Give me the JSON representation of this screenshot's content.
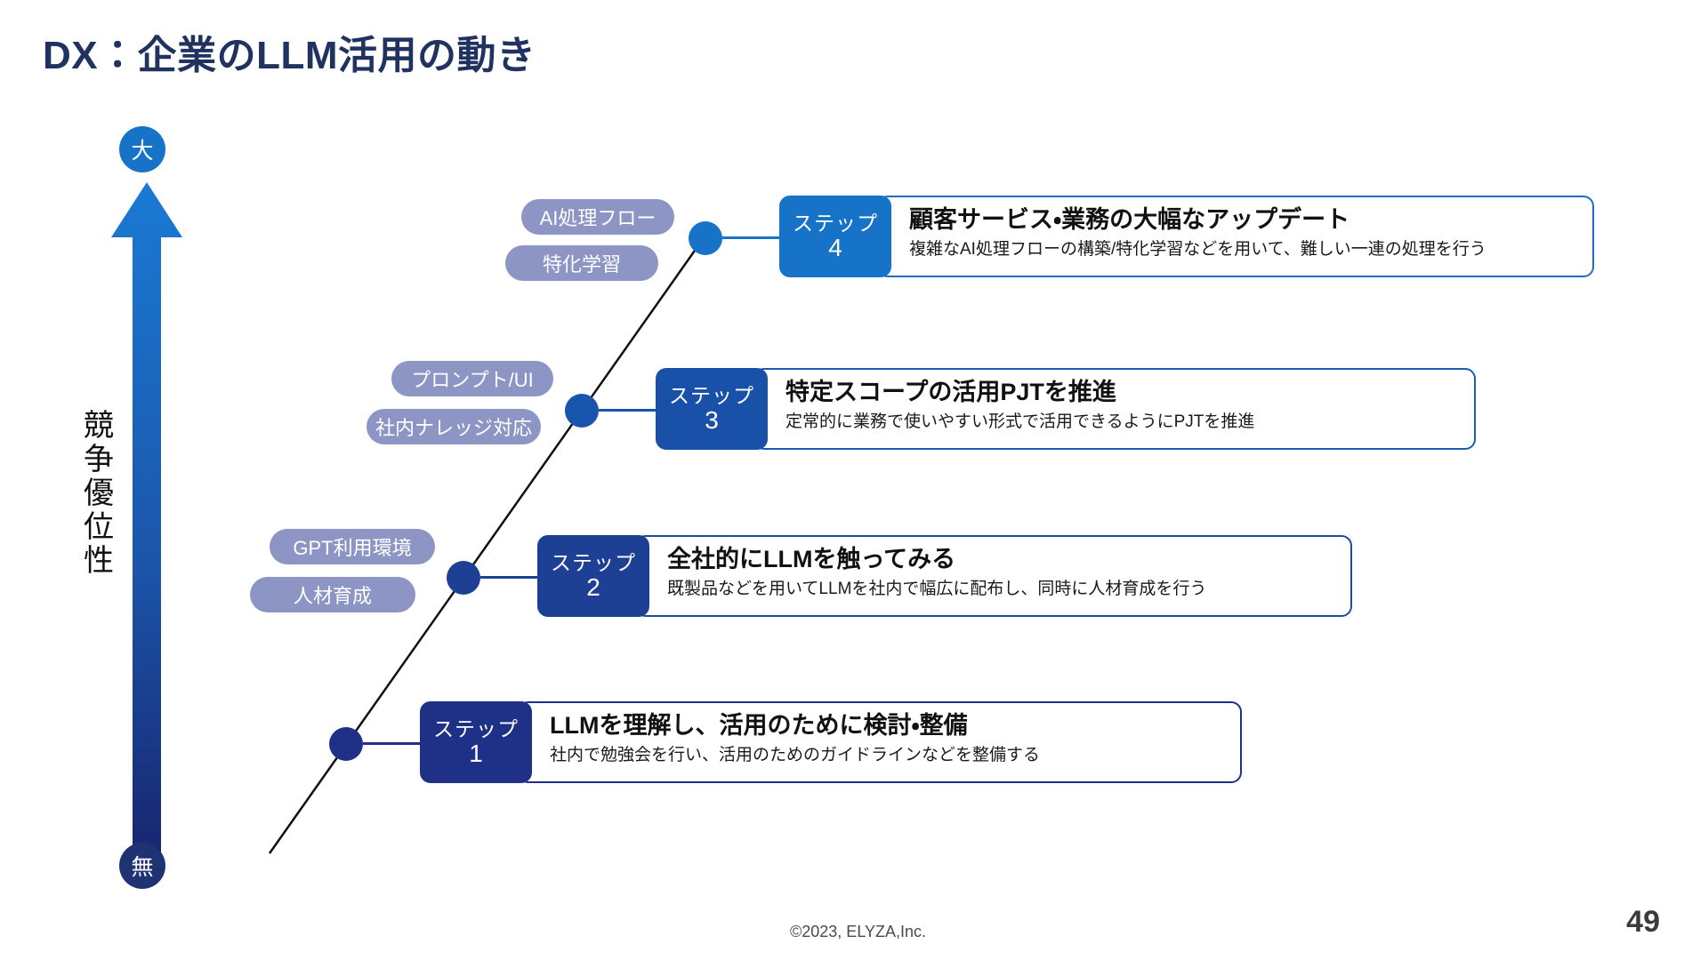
{
  "slide": {
    "title": "DX：企業のLLM活用の動き",
    "page_number": "49",
    "copyright": "©2023, ELYZA,Inc.",
    "title_color": "#1f3260"
  },
  "axis": {
    "high_label": "大",
    "low_label": "無",
    "name_chars": [
      "競",
      "争",
      "優",
      "位",
      "性"
    ],
    "name": "競争優位性",
    "arrow_top_color": "#1a7ad4",
    "arrow_bottom_color": "#18246e"
  },
  "steps": [
    {
      "tab_label": "ステップ",
      "number": "1",
      "heading": "LLMを理解し、活用のために検討・整備",
      "description": "社内で勉強会を行い、活用のためのガイドラインなどを整備する",
      "tab_color": "#1f3187",
      "dot_color": "#1f3187",
      "border_color": "#1f3187",
      "tags": []
    },
    {
      "tab_label": "ステップ",
      "number": "2",
      "heading": "全社的にLLMを触ってみる",
      "description": "既製品などを用いてLLMを社内で幅広に配布し、同時に人材育成を行う",
      "tab_color": "#1d4095",
      "dot_color": "#1d4095",
      "border_color": "#1d4b9e",
      "tags": [
        "GPT利用環境",
        "人材育成"
      ]
    },
    {
      "tab_label": "ステップ",
      "number": "3",
      "heading": "特定スコープの活用PJTを推進",
      "description": "定常的に業務で使いやすい形式で活用できるようにPJTを推進",
      "tab_color": "#1a51a8",
      "dot_color": "#1a55ad",
      "border_color": "#1a5bb4",
      "tags": [
        "プロンプト/UI",
        "社内ナレッジ対応"
      ]
    },
    {
      "tab_label": "ステップ",
      "number": "4",
      "heading": "顧客サービス・業務の大幅なアップデート",
      "description": "複雑なAI処理フローの構築/特化学習などを用いて、難しい一連の処理を行う",
      "tab_color": "#1673c8",
      "dot_color": "#1673c8",
      "border_color": "#1f6fc0",
      "tags": [
        "AI処理フロー",
        "特化学習"
      ]
    }
  ],
  "tag_style": {
    "background": "#8c95c4",
    "text_color": "#ffffff"
  }
}
